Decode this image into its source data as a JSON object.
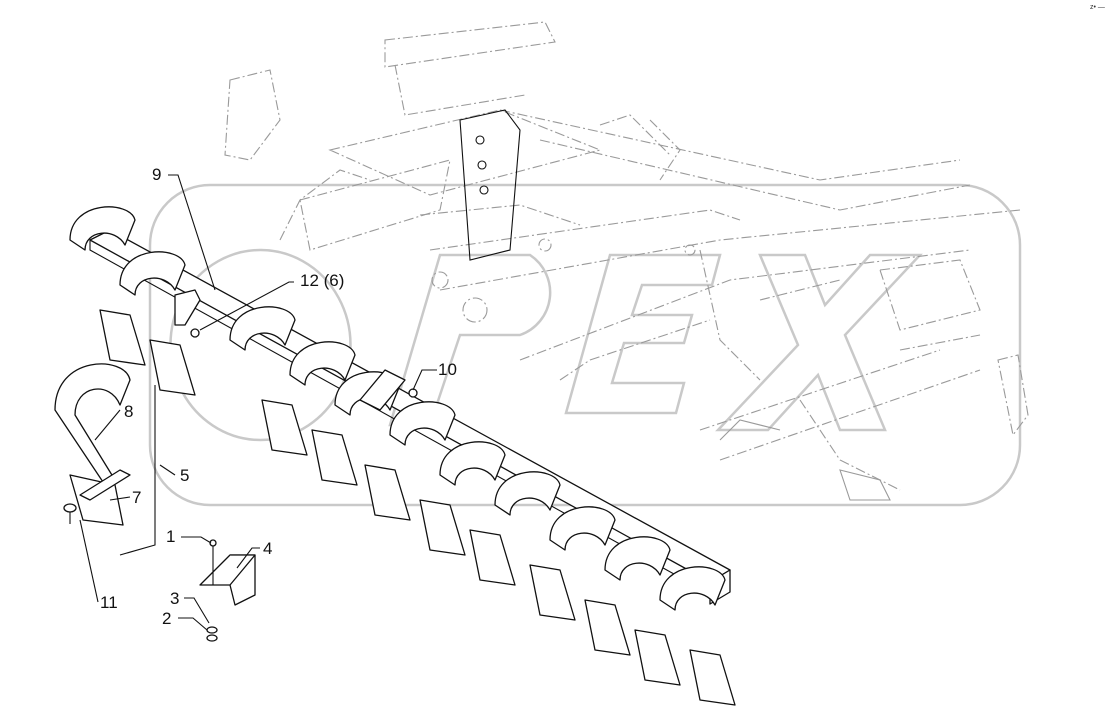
{
  "corner_mark": "z• —",
  "watermark": {
    "text": "OPEX"
  },
  "callouts": [
    {
      "id": "c1",
      "label": "1"
    },
    {
      "id": "c2",
      "label": "2"
    },
    {
      "id": "c3",
      "label": "3"
    },
    {
      "id": "c4",
      "label": "4"
    },
    {
      "id": "c5",
      "label": "5"
    },
    {
      "id": "c7",
      "label": "7"
    },
    {
      "id": "c8",
      "label": "8"
    },
    {
      "id": "c9",
      "label": "9"
    },
    {
      "id": "c10",
      "label": "10"
    },
    {
      "id": "c11",
      "label": "11"
    },
    {
      "id": "c12",
      "label": "12 (6)"
    }
  ],
  "colors": {
    "line": "#111111",
    "frame_ghost": "#9a9a9a",
    "watermark": "#c9c9c9",
    "background": "#ffffff"
  }
}
